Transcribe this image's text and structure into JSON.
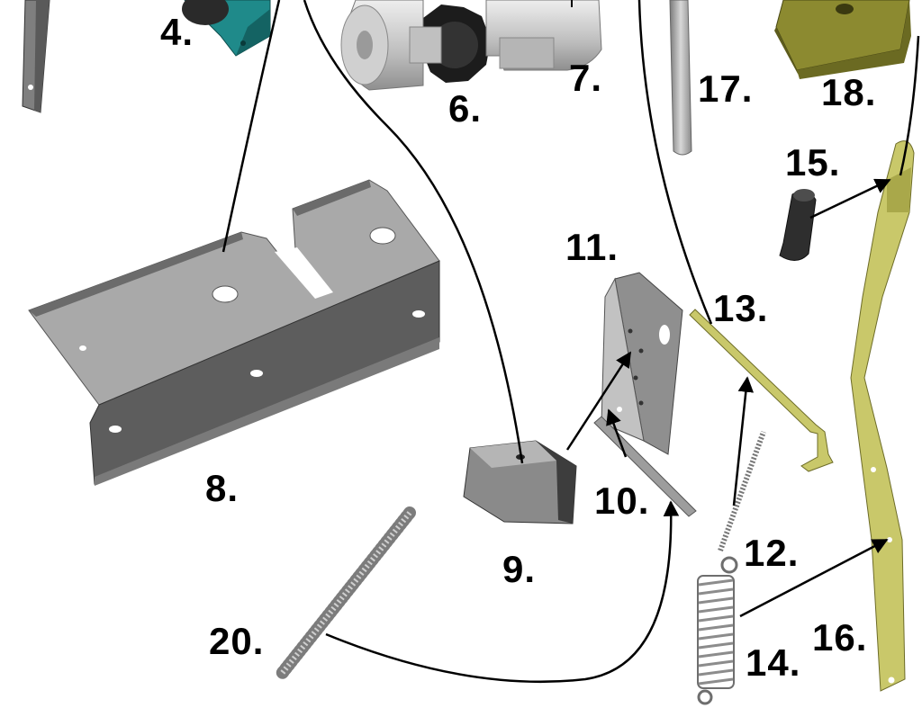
{
  "callouts": {
    "c4": "4.",
    "c6": "6.",
    "c7": "7.",
    "c8": "8.",
    "c9": "9.",
    "c10": "10.",
    "c11": "11.",
    "c12": "12.",
    "c13": "13.",
    "c14": "14.",
    "c15": "15.",
    "c16": "16.",
    "c17": "17.",
    "c18": "18.",
    "c20": "20."
  },
  "colors": {
    "sheet_metal": "#8c8c8c",
    "block": "#9a9a9a",
    "lever": "#c9c86a",
    "olive_block": "#7c7b2a",
    "teal_part": "#1f8a8a",
    "pin": "#2e2e2e",
    "line": "#000000"
  }
}
